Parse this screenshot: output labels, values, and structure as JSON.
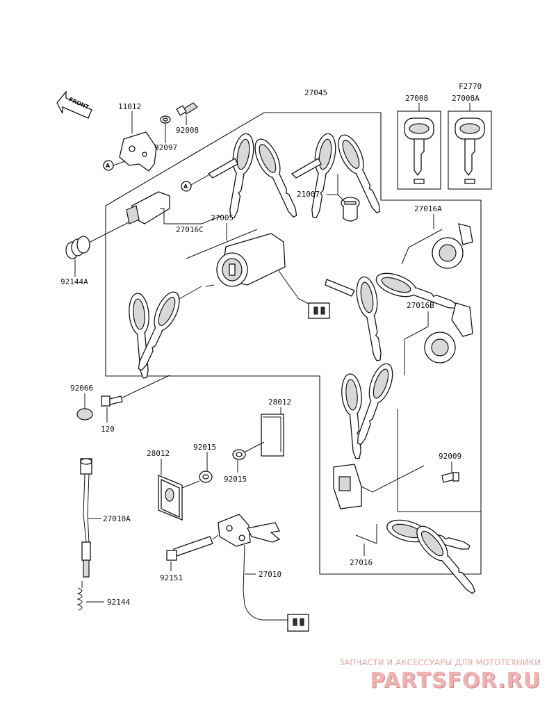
{
  "diagram_code": "F2770",
  "front_label": "FRONT",
  "ref_marker": "A",
  "labels": {
    "p27045": "27045",
    "p27008": "27008",
    "p27008A": "27008A",
    "p11012": "11012",
    "p92097": "92097",
    "p92008": "92008",
    "p21007": "21007",
    "p27016C": "27016C",
    "p27005": "27005",
    "p27016A": "27016A",
    "p27016B": "27016B",
    "p92144A": "92144A",
    "p92066": "92066",
    "p120": "120",
    "p28012a": "28012",
    "p28012b": "28012",
    "p92015a": "92015",
    "p92015b": "92015",
    "p92009": "92009",
    "p27010A": "27010A",
    "p27010": "27010",
    "p92151": "92151",
    "p92144": "92144",
    "p27016": "27016"
  },
  "watermark": {
    "subtitle": "ЗАПЧАСТИ И АКСЕССУАРЫ ДЛЯ МОТОТЕХНИКИ",
    "brand": "PARTSFOR.RU"
  },
  "colors": {
    "line": "#111111",
    "watermark": "#e8a3a3"
  }
}
